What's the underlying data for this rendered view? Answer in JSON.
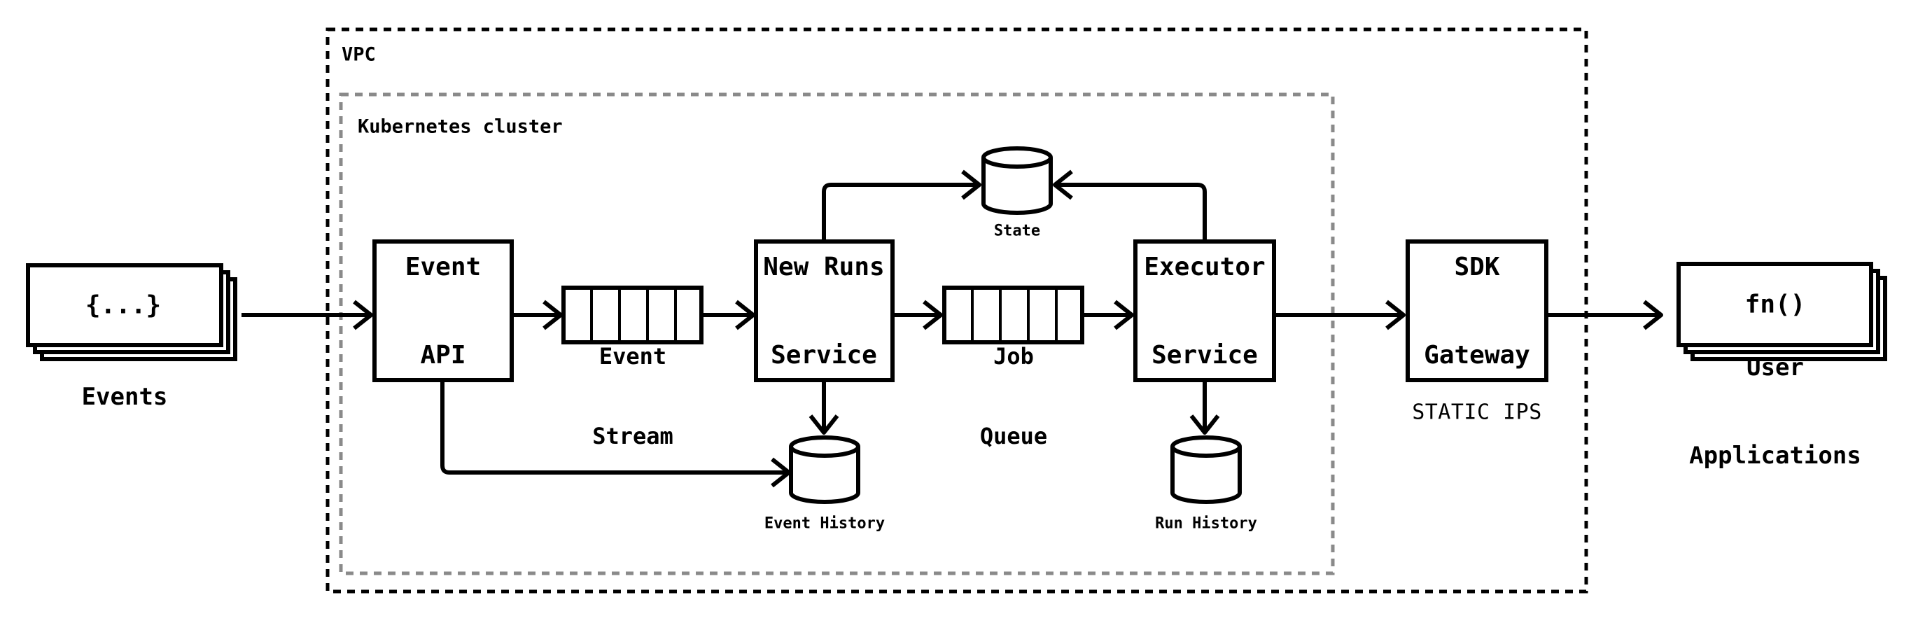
{
  "colors": {
    "ink": "#000000",
    "cluster_border": "#8a8a8a",
    "background": "#ffffff"
  },
  "boundaries": {
    "vpc": {
      "label": "VPC"
    },
    "kubernetes": {
      "label": "Kubernetes cluster"
    }
  },
  "nodes": {
    "events": {
      "type": "stacked-cards",
      "symbol": "{...}",
      "label": "Events"
    },
    "event_api": {
      "type": "service-box",
      "line1": "Event",
      "line2": "API"
    },
    "event_stream": {
      "type": "queue",
      "line1": "Event",
      "line2": "Stream"
    },
    "new_runs_service": {
      "type": "service-box",
      "line1": "New Runs",
      "line2": "Service"
    },
    "job_queue": {
      "type": "queue",
      "line1": "Job",
      "line2": "Queue"
    },
    "executor_service": {
      "type": "service-box",
      "line1": "Executor",
      "line2": "Service"
    },
    "sdk_gateway": {
      "type": "service-box",
      "line1": "SDK",
      "line2": "Gateway",
      "note": "STATIC IPS"
    },
    "user_applications": {
      "type": "stacked-cards",
      "symbol": "fn()",
      "line1": "User",
      "line2": "Applications"
    },
    "state": {
      "type": "database",
      "label": "State"
    },
    "event_history": {
      "type": "database",
      "label": "Event History"
    },
    "run_history": {
      "type": "database",
      "label": "Run History"
    }
  },
  "edges": [
    {
      "from": "events",
      "to": "event_api"
    },
    {
      "from": "event_api",
      "to": "event_stream"
    },
    {
      "from": "event_stream",
      "to": "new_runs_service"
    },
    {
      "from": "new_runs_service",
      "to": "job_queue"
    },
    {
      "from": "job_queue",
      "to": "executor_service"
    },
    {
      "from": "executor_service",
      "to": "sdk_gateway"
    },
    {
      "from": "sdk_gateway",
      "to": "user_applications"
    },
    {
      "from": "event_api",
      "to": "event_history"
    },
    {
      "from": "new_runs_service",
      "to": "event_history"
    },
    {
      "from": "new_runs_service",
      "to": "state"
    },
    {
      "from": "executor_service",
      "to": "state"
    },
    {
      "from": "executor_service",
      "to": "run_history"
    }
  ]
}
